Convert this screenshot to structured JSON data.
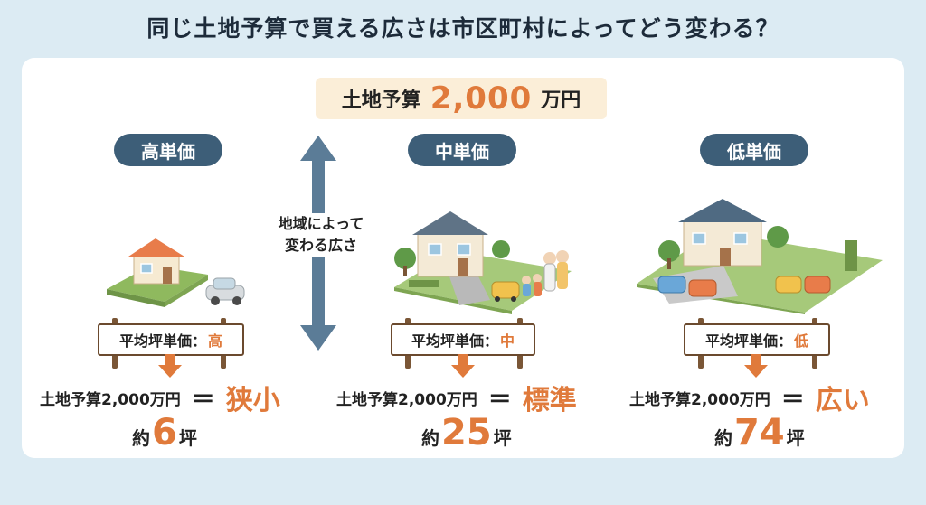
{
  "title": "同じ土地予算で買える広さは市区町村によってどう変わる？",
  "budget": {
    "label": "土地予算",
    "amount": "2,000",
    "unit": "万円"
  },
  "arrow_label_line1": "地域によって",
  "arrow_label_line2": "変わる広さ",
  "columns": [
    {
      "heading": "高単価",
      "sign_prefix": "平均坪単価：",
      "sign_level": "高",
      "equation_left": "土地予算2,000万円",
      "equals": "＝",
      "result": "狭小",
      "area_prefix": "約",
      "area_value": "6",
      "area_unit": "坪"
    },
    {
      "heading": "中単価",
      "sign_prefix": "平均坪単価：",
      "sign_level": "中",
      "equation_left": "土地予算2,000万円",
      "equals": "＝",
      "result": "標準",
      "area_prefix": "約",
      "area_value": "25",
      "area_unit": "坪"
    },
    {
      "heading": "低単価",
      "sign_prefix": "平均坪単価：",
      "sign_level": "低",
      "equation_left": "土地予算2,000万円",
      "equals": "＝",
      "result": "広い",
      "area_prefix": "約",
      "area_value": "74",
      "area_unit": "坪"
    }
  ],
  "colors": {
    "accent": "#e07a3b",
    "pill": "#3d5e78",
    "arrow": "#5b7c97",
    "budget_bg": "#fbeed8",
    "page_bg": "#dcebf3"
  }
}
